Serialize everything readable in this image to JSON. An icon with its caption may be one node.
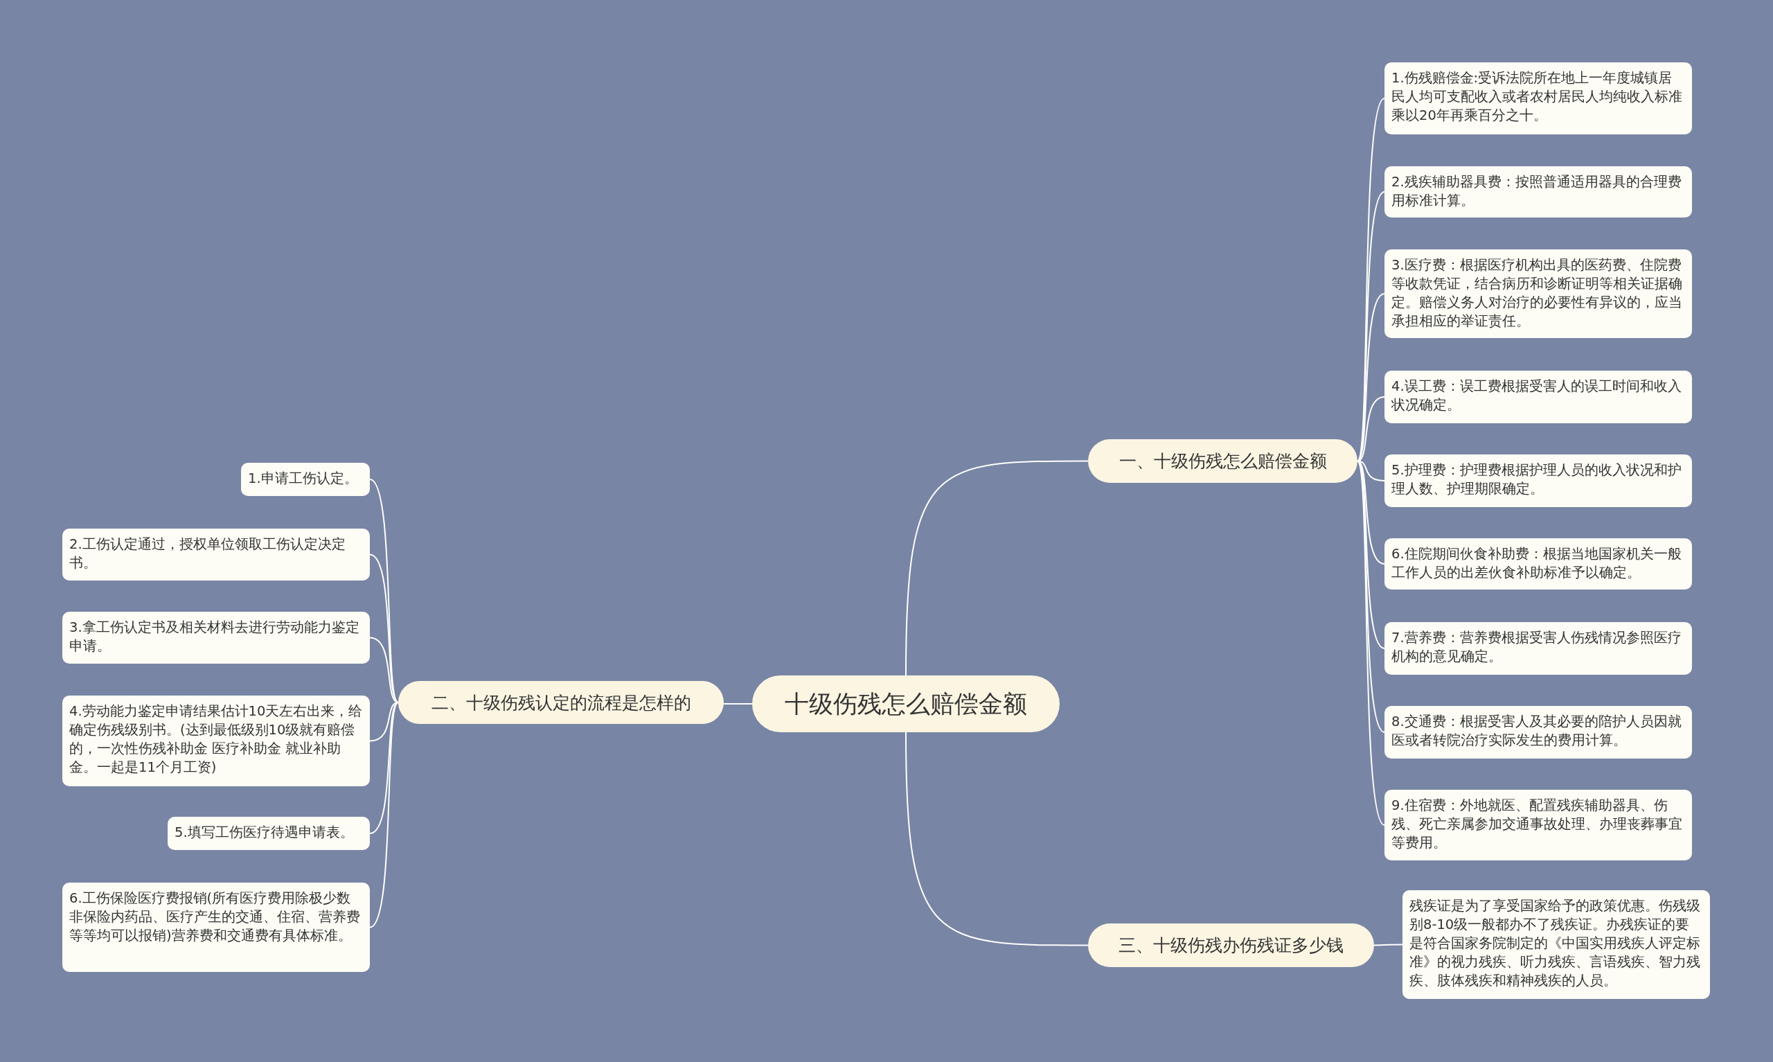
{
  "diagram": {
    "nodes": [
      {
        "text": [
          "十级伤残怎么赔偿金额"
        ]
      },
      {
        "text": [
          "一、十级伤残怎么赔偿金额"
        ]
      },
      {
        "text": [
          "1.伤残赔偿金:受诉法院所在地上一年度城镇居民人均可支配收入或者农村居民人均纯收入标准乘以20年再乘百分之十。"
        ]
      },
      {
        "text": [
          "2.残疾辅助器具费：按照普通适用器具的合理费用标准计算。"
        ]
      },
      {
        "text": [
          "3.医疗费：根据医疗机构出具的医药费、住院费等收款凭证，结合病历和诊断证明等相关证据确定。赔偿义务人对治疗的必要性有异议的，应当承担相应的举证责任。"
        ]
      },
      {
        "text": [
          "4.误工费：误工费根据受害人的误工时间和收入状况确定。"
        ]
      },
      {
        "text": [
          "5.护理费：护理费根据护理人员的收入状况和护理人数、护理期限确定。"
        ]
      },
      {
        "text": [
          "6.住院期间伙食补助费：根据当地国家机关一般工作人员的出差伙食补助标准予以确定。"
        ]
      },
      {
        "text": [
          "7.营养费：营养费根据受害人伤残情况参照医疗机构的意见确定。"
        ]
      },
      {
        "text": [
          "8.交通费：根据受害人及其必要的陪护人员因就医或者转院治疗实际发生的费用计算。"
        ]
      },
      {
        "text": [
          "9.住宿费：外地就医、配置残疾辅助器具、伤残、死亡亲属参加交通事故处理、办理丧葬事宜等费用。"
        ]
      },
      {
        "text": [
          "二、十级伤残认定的流程是怎样的"
        ]
      },
      {
        "text": [
          "1.申请工伤认定。"
        ]
      },
      {
        "text": [
          "2.工伤认定通过，授权单位领取工伤认定决定书。"
        ]
      },
      {
        "text": [
          "3.拿工伤认定书及相关材料去进行劳动能力鉴定申请。"
        ]
      },
      {
        "text": [
          "4.劳动能力鉴定申请结果估计10天左右出来，给确定伤残级别书。(达到最低级别10级就有赔偿的，一次性伤残补助金 医疗补助金 就业补助金。一起是11个月工资)"
        ]
      },
      {
        "text": [
          "5.填写工伤医疗待遇申请表。"
        ]
      },
      {
        "text": [
          "6.工伤保险医疗费报销(所有医疗费用除极少数非保险内药品、医疗产生的交通、住宿、营养费等等均可以报销)营养费和交通费有具体标准。"
        ]
      },
      {
        "text": [
          "三、十级伤残办伤残证多少钱"
        ]
      },
      {
        "text": [
          "残疾证是为了享受国家给予的政策优惠。伤残级别8-10级一般都办不了残疾证。办残疾证的要是符合国家务院制定的《中国实用残疾人评定标准》的视力残疾、听力残疾、言语残疾、智力残疾、肢体残疾和精神残疾的人员。"
        ]
      }
    ],
    "edges": [
      {
        "from": 0,
        "to": 1,
        "arrow": "none"
      },
      {
        "from": 1,
        "to": 2,
        "arrow": "none"
      },
      {
        "from": 1,
        "to": 3,
        "arrow": "none"
      },
      {
        "from": 1,
        "to": 4,
        "arrow": "none"
      },
      {
        "from": 1,
        "to": 5,
        "arrow": "none"
      },
      {
        "from": 1,
        "to": 6,
        "arrow": "none"
      },
      {
        "from": 1,
        "to": 7,
        "arrow": "none"
      },
      {
        "from": 1,
        "to": 8,
        "arrow": "none"
      },
      {
        "from": 1,
        "to": 9,
        "arrow": "none"
      },
      {
        "from": 1,
        "to": 10,
        "arrow": "none"
      },
      {
        "from": 0,
        "to": 11,
        "arrow": "none"
      },
      {
        "from": 11,
        "to": 12,
        "arrow": "none"
      },
      {
        "from": 11,
        "to": 13,
        "arrow": "none"
      },
      {
        "from": 11,
        "to": 14,
        "arrow": "none"
      },
      {
        "from": 11,
        "to": 15,
        "arrow": "none"
      },
      {
        "from": 11,
        "to": 16,
        "arrow": "none"
      },
      {
        "from": 11,
        "to": 17,
        "arrow": "none"
      },
      {
        "from": 0,
        "to": 18,
        "arrow": "none"
      },
      {
        "from": 18,
        "to": 19,
        "arrow": "none"
      }
    ]
  }
}
